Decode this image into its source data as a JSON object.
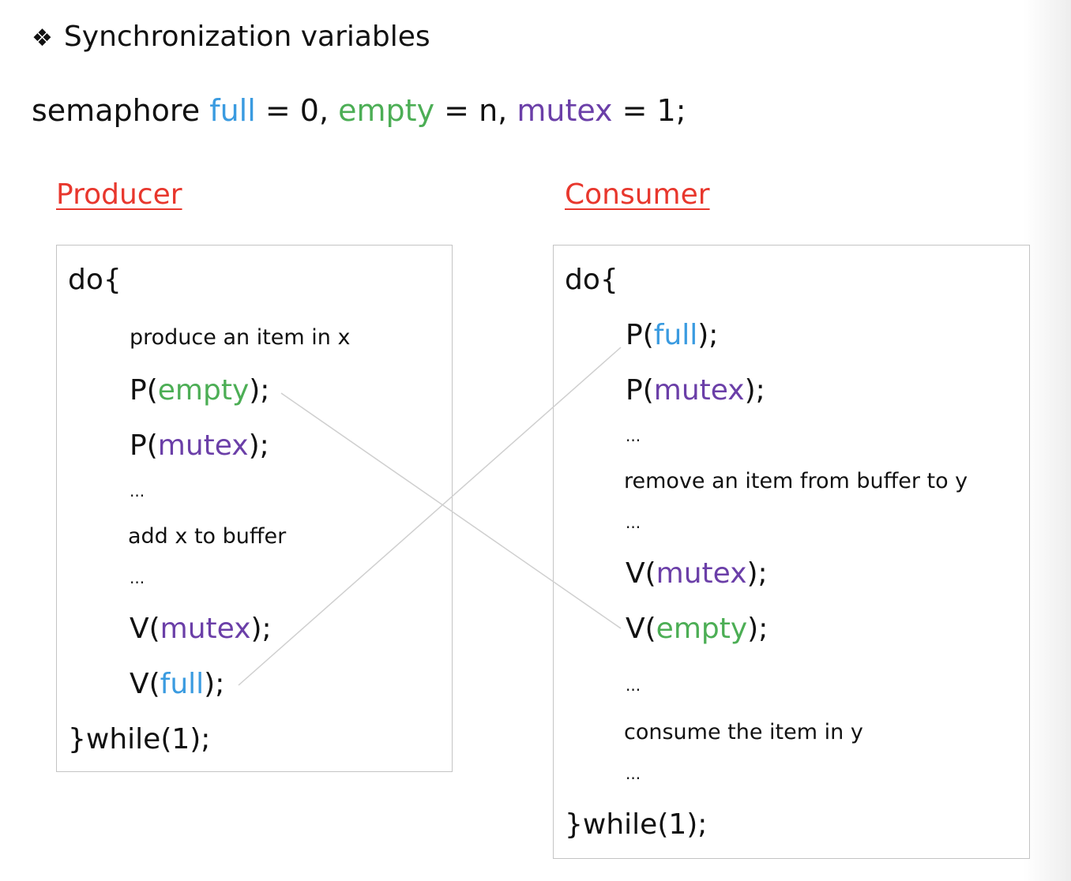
{
  "colors": {
    "full": "#3a9be0",
    "empty": "#4cae55",
    "mutex": "#6b3fa8",
    "section_title": "#e8372d",
    "connector": "#cfcfcf"
  },
  "header": {
    "bullet": "❖",
    "title": "Synchronization variables"
  },
  "declaration": {
    "prefix": "semaphore",
    "full": "full",
    "full_init": "= 0,",
    "empty": "empty",
    "empty_init": "= n,",
    "mutex": "mutex",
    "mutex_init": "= 1;"
  },
  "producer": {
    "title": "Producer",
    "do_open": "do{",
    "produce": "produce an item in x",
    "p_open": "P(",
    "v_open": "V(",
    "close": ");",
    "empty": "empty",
    "mutex": "mutex",
    "full": "full",
    "dots": "...",
    "add": "add x to buffer",
    "while_close": "}while(1);"
  },
  "consumer": {
    "title": "Consumer",
    "do_open": "do{",
    "p_open": "P(",
    "v_open": "V(",
    "close": ");",
    "full": "full",
    "mutex": "mutex",
    "empty": "empty",
    "dots": "...",
    "remove": "remove an item from buffer to y",
    "consume": "consume the item in y",
    "while_close": "}while(1);"
  }
}
